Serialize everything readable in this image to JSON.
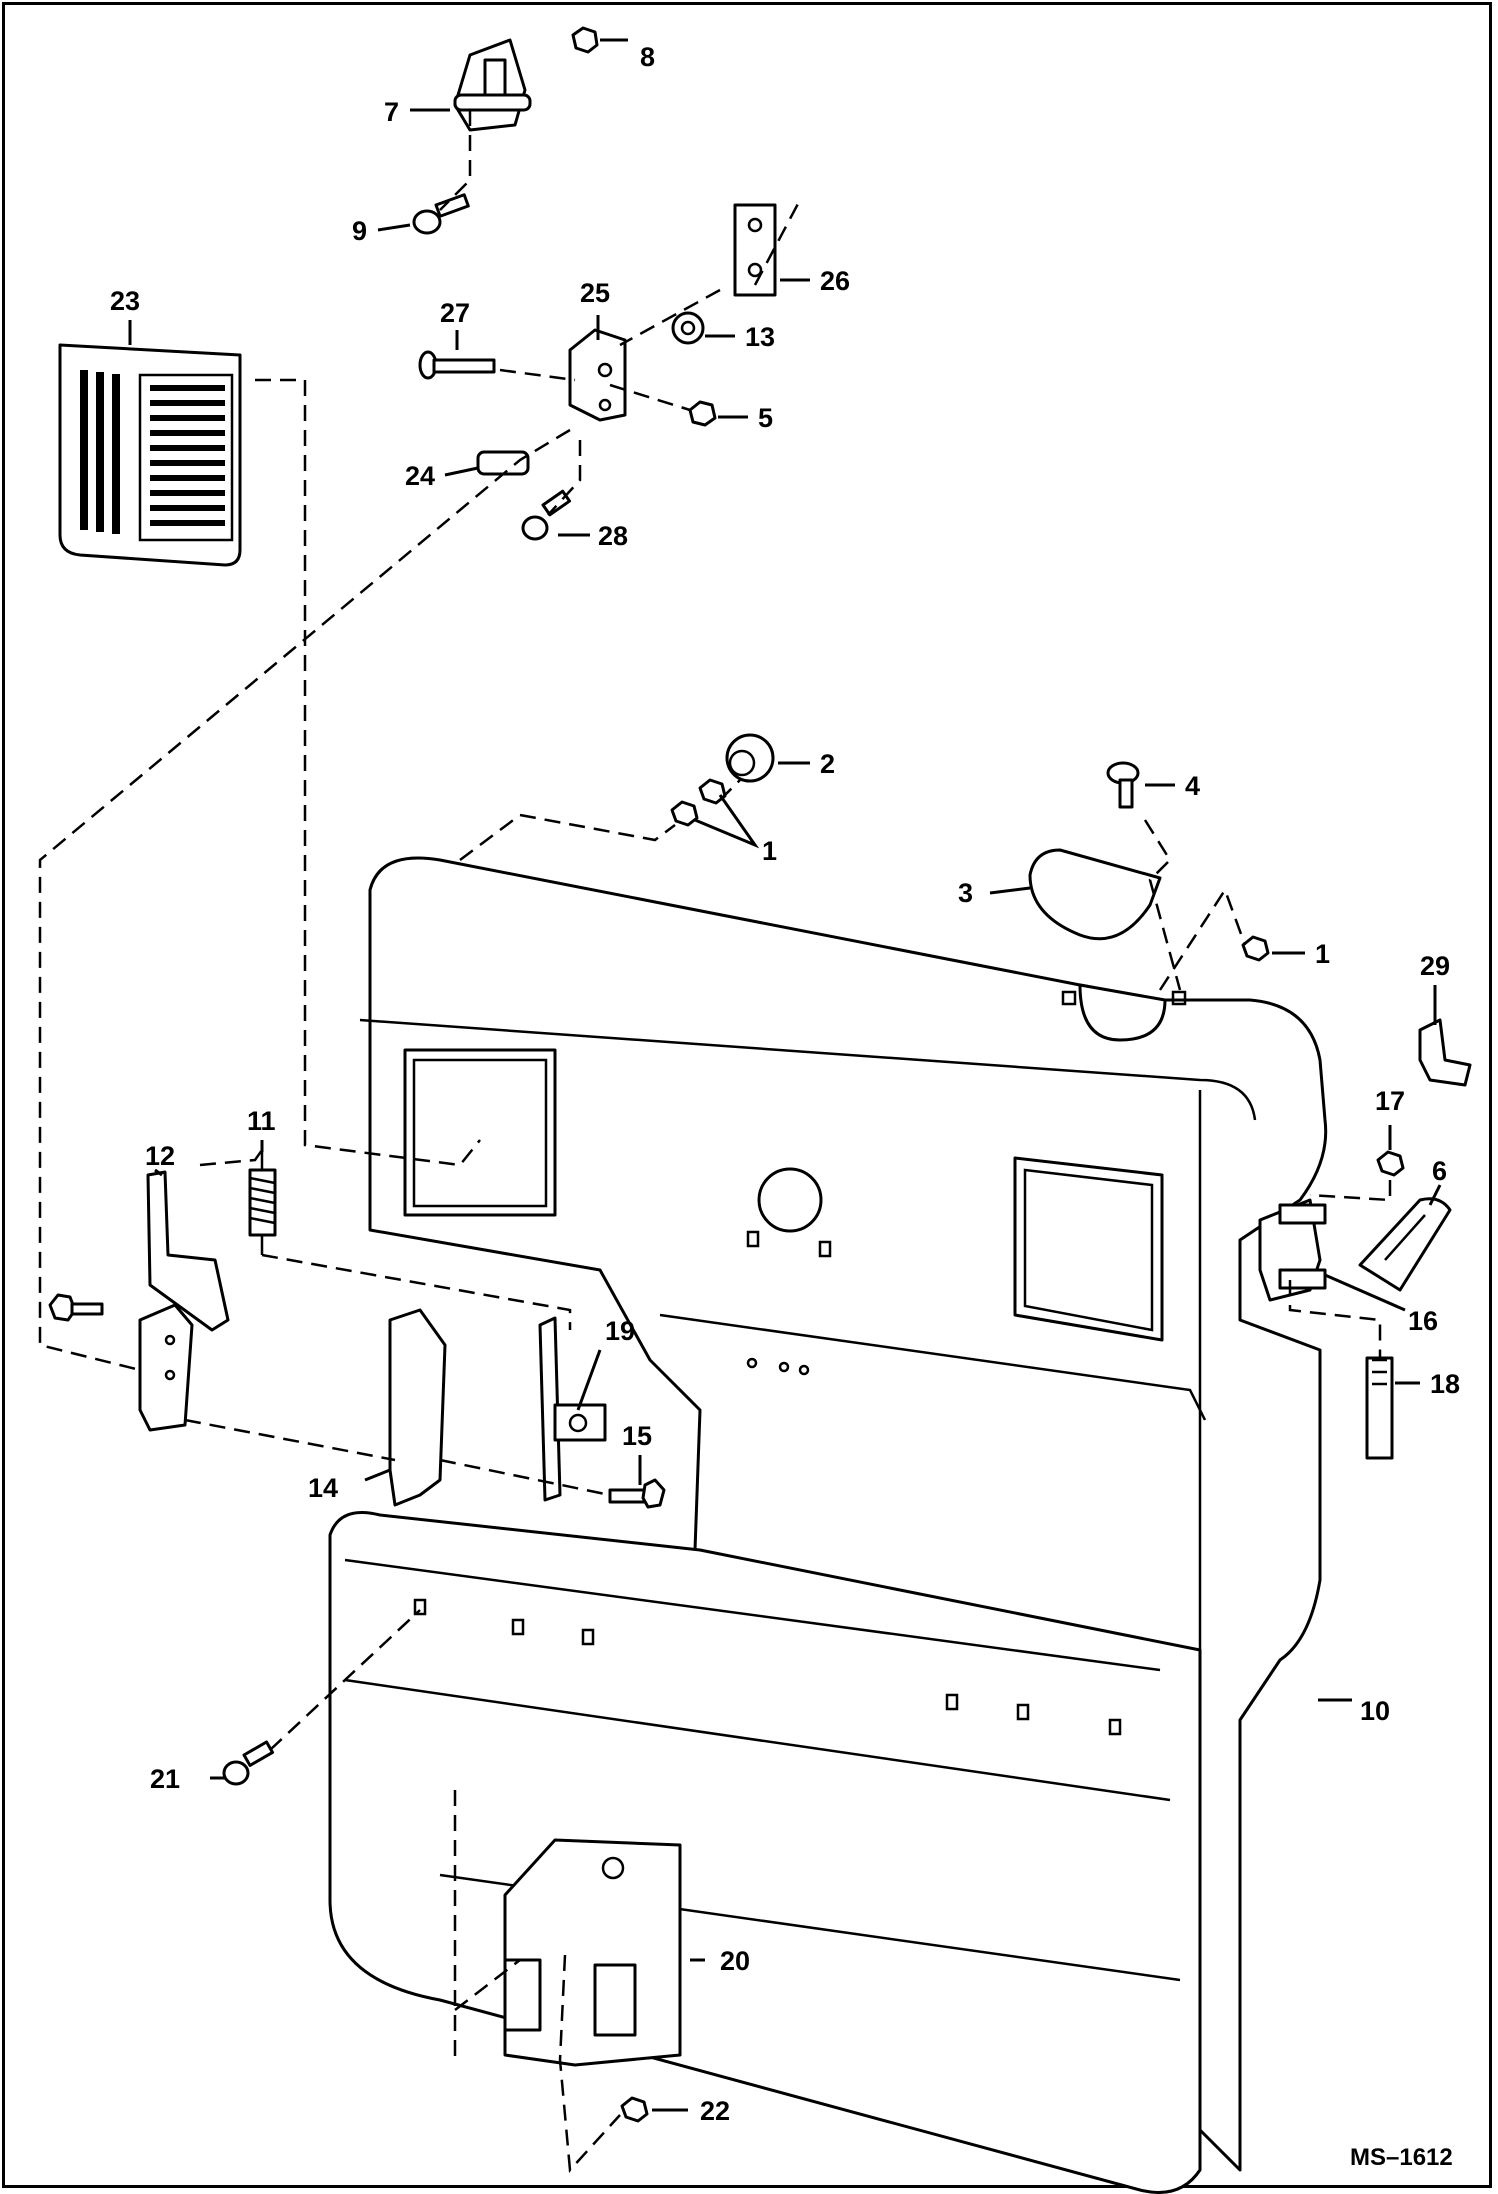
{
  "diagram": {
    "drawing_id": "MS–1612",
    "callouts": [
      "1",
      "1",
      "2",
      "3",
      "4",
      "5",
      "6",
      "7",
      "8",
      "9",
      "10",
      "11",
      "12",
      "13",
      "14",
      "15",
      "16",
      "17",
      "18",
      "19",
      "20",
      "21",
      "22",
      "23",
      "24",
      "25",
      "26",
      "27",
      "28",
      "29"
    ]
  }
}
